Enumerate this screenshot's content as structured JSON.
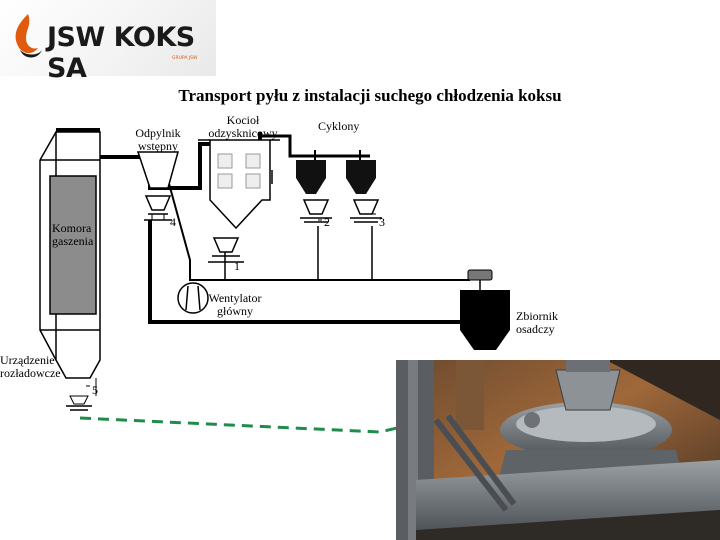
{
  "logo": {
    "name": "JSW KOKS SA",
    "group": "GRUPA JSW"
  },
  "title": "Transport pyłu z instalacji suchego chłodzenia koksu",
  "labels": {
    "odpylnik_1": "Odpylnik",
    "odpylnik_2": "wstępny",
    "kociol_1": "Kocioł",
    "kociol_2": "odzysknicowy",
    "cyklony": "Cyklony",
    "komora_1": "Komora",
    "komora_2": "gaszenia",
    "wentylator_1": "Wentylator",
    "wentylator_2": "główny",
    "zbiornik_1": "Zbiornik",
    "zbiornik_2": "osadczy",
    "urzadzenie_1": "Urządzenie",
    "urzadzenie_2": "rozładowcze"
  },
  "markers": {
    "m1": "1",
    "m2": "2",
    "m3": "3",
    "m4": "4",
    "m5": "5"
  },
  "colors": {
    "logo_flame": "#e05a10",
    "dashed_route": "#1e8c4a",
    "chamber": "#8c8c8c"
  },
  "icons": {
    "fan": "fan-icon",
    "photo": "photo-panel"
  }
}
